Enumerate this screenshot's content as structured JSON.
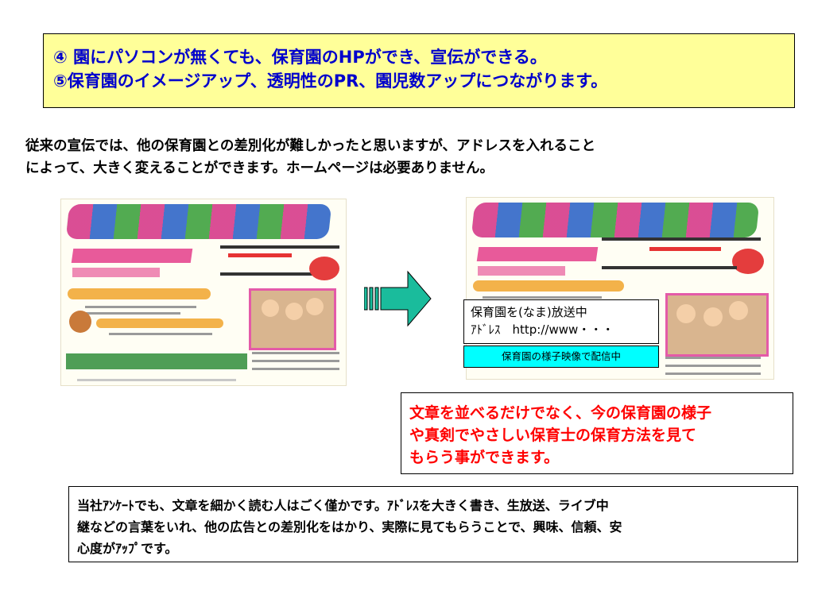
{
  "header": {
    "line1": "④ 園にパソコンが無くても、保育園のHPができ、宣伝ができる。",
    "line2": "⑤保育園のイメージアップ、透明性のPR、園児数アップにつながります。"
  },
  "intro": {
    "line1": "従来の宣伝では、他の保育園との差別化が難しかったと思いますが、アドレスを入れること",
    "line2": "によって、大きく変えることができます。ホームページは必要ありません。"
  },
  "overlay": {
    "line1": "保育園を(なま)放送中",
    "line2": "ｱﾄﾞﾚｽ　http://www・・・",
    "caption": "保育園の様子映像で配信中"
  },
  "red_box": {
    "line1": "文章を並べるだけでなく、今の保育園の様子",
    "line2": "や真剣でやさしい保育士の保育方法を見て",
    "line3": "もらう事ができます。"
  },
  "bottom_box": {
    "line1": "当社ｱﾝｹｰﾄでも、文章を細かく読む人はごく僅かです。ｱﾄﾞﾚｽを大きく書き、生放送、ライブ中",
    "line2": "継などの言葉をいれ、他の広告との差別化をはかり、実際に見てもらうことで、興味、信頼、安",
    "line3": "心度がｱｯﾌﾟです。"
  },
  "colors": {
    "header_bg": "#ffff99",
    "header_text": "#0000cc",
    "red_text": "#ff0000",
    "arrow_fill": "#1abc9c",
    "caption_bg": "#00ffff"
  },
  "icons": {
    "arrow": "right-arrow-icon"
  }
}
